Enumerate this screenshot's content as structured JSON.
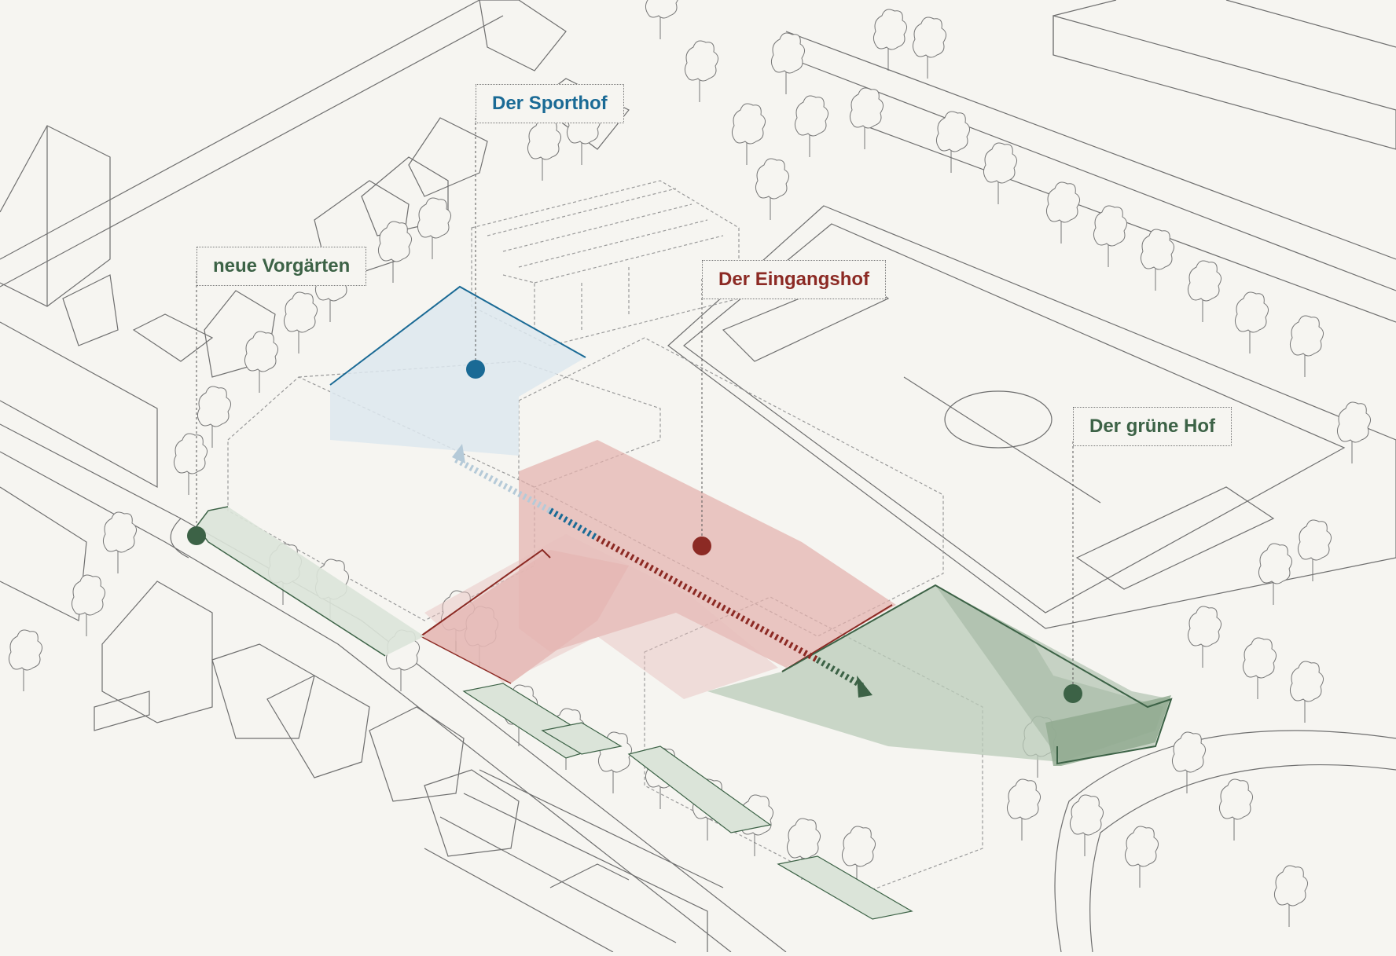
{
  "labels": {
    "vorgarten": "neue Vorgärten",
    "sporthof": "Der Sporthof",
    "eingangshof": "Der Eingangshof",
    "gruenerhof": "Der grüne Hof"
  },
  "colors": {
    "background": "#f6f5f1",
    "line": "#5a5a5a",
    "green": "#3c6246",
    "blue": "#1a6a95",
    "red": "#8c2a24"
  },
  "icons": {
    "marker": "filled-circle",
    "arrow": "dashed-arrow"
  }
}
